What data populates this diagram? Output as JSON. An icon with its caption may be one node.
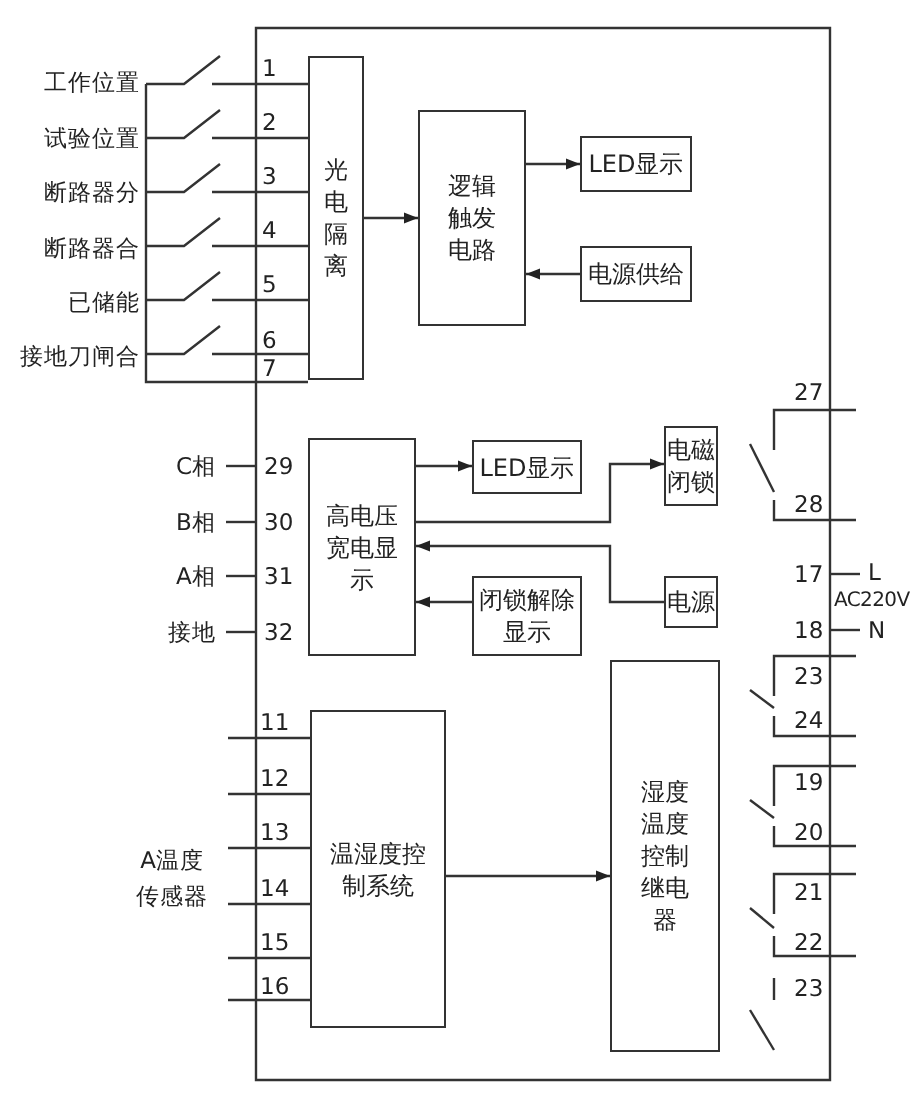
{
  "diagram": {
    "nodes": [
      {
        "text": [
          "光电隔离"
        ]
      },
      {
        "text": [
          "逻辑触发电路"
        ]
      },
      {
        "text": [
          "LED显示"
        ]
      },
      {
        "text": [
          "电源供给"
        ]
      },
      {
        "text": [
          "高电压宽电显示"
        ]
      },
      {
        "text": [
          "LED显示"
        ]
      },
      {
        "text": [
          "电磁闭锁"
        ]
      },
      {
        "text": [
          "闭锁解除显示"
        ]
      },
      {
        "text": [
          "电源"
        ]
      },
      {
        "text": [
          "温湿度控制系统"
        ]
      },
      {
        "text": [
          "湿度温度控制继电器"
        ]
      }
    ],
    "edges": [
      {
        "from": 0,
        "to": 1,
        "arrow": "to"
      },
      {
        "from": 1,
        "to": 2,
        "arrow": "to"
      },
      {
        "from": 3,
        "to": 1,
        "arrow": "to"
      },
      {
        "from": 4,
        "to": 5,
        "arrow": "to"
      },
      {
        "from": 4,
        "to": 6,
        "arrow": "to"
      },
      {
        "from": 8,
        "to": 4,
        "arrow": "to"
      },
      {
        "from": 7,
        "to": 4,
        "arrow": "to"
      },
      {
        "from": 9,
        "to": 10,
        "arrow": "to"
      }
    ],
    "labels": [
      "工作位置",
      "1",
      "试验位置",
      "2",
      "断路器分",
      "3",
      "断路器合",
      "4",
      "已储能",
      "5",
      "接地刀闸合",
      "6",
      "7",
      "27",
      "28",
      "C相",
      "29",
      "B相",
      "30",
      "A相",
      "31",
      "接地",
      "32",
      "17",
      "L",
      "AC220V",
      "18",
      "N",
      "23",
      "11",
      "24",
      "12",
      "19",
      "13",
      "20",
      "A温度传感器",
      "14",
      "21",
      "15",
      "22",
      "16",
      "23"
    ]
  }
}
